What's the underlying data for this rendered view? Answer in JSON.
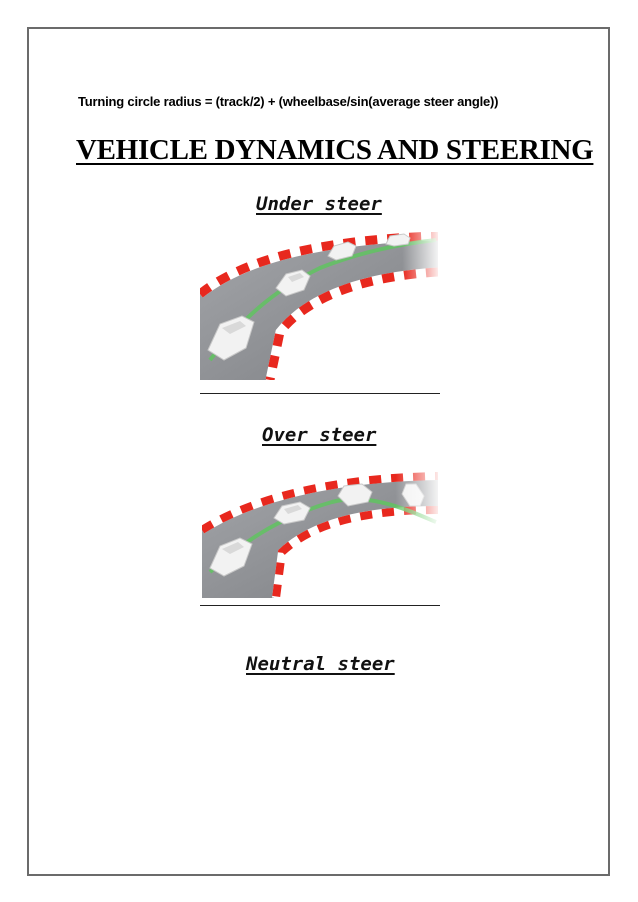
{
  "formula": "Turning circle radius = (track/2) + (wheelbase/sin(average steer angle))",
  "title": "VEHICLE DYNAMICS AND STEERING",
  "sections": [
    {
      "heading": "Under steer"
    },
    {
      "heading": "Over steer"
    },
    {
      "heading": "Neutral steer"
    }
  ],
  "colors": {
    "curb_red": "#e8281e",
    "curb_white": "#ffffff",
    "asphalt": "#8a8c90",
    "path_green": "#5cc75c",
    "car": "#f2f2f2",
    "border": "#6b6b6b"
  }
}
